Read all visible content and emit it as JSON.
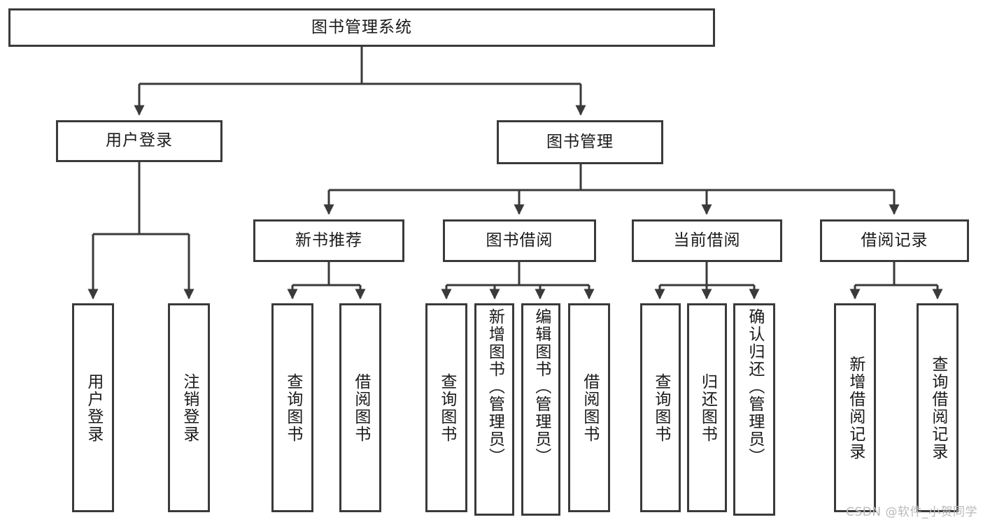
{
  "diagram": {
    "title": "图书管理系统",
    "type": "tree-hierarchy-diagram",
    "background_color": "#ffffff",
    "line_color": "#3a3a3a",
    "text_color": "#1a1a1a"
  },
  "root": {
    "label": "图书管理系统"
  },
  "level1": [
    {
      "label": "用户登录"
    },
    {
      "label": "图书管理"
    }
  ],
  "level2": [
    {
      "label": "新书推荐"
    },
    {
      "label": "图书借阅"
    },
    {
      "label": "当前借阅"
    },
    {
      "label": "借阅记录"
    }
  ],
  "leaves": {
    "user_login": [
      {
        "label": "用户登录"
      },
      {
        "label": "注销登录"
      }
    ],
    "new_book_recommend": [
      {
        "label": "查询图书"
      },
      {
        "label": "借阅图书"
      }
    ],
    "book_borrow": [
      {
        "label": "查询图书"
      },
      {
        "label": "新增图书（管理员）"
      },
      {
        "label": "编辑图书（管理员）"
      },
      {
        "label": "借阅图书"
      }
    ],
    "current_borrow": [
      {
        "label": "查询图书"
      },
      {
        "label": "归还图书"
      },
      {
        "label": "确认归还（管理员）"
      }
    ],
    "borrow_records": [
      {
        "label": "新增借阅记录"
      },
      {
        "label": "查询借阅记录"
      }
    ]
  },
  "watermark": {
    "text": "CSDN @软件_小贺同学",
    "color": "#b9b9b9"
  }
}
